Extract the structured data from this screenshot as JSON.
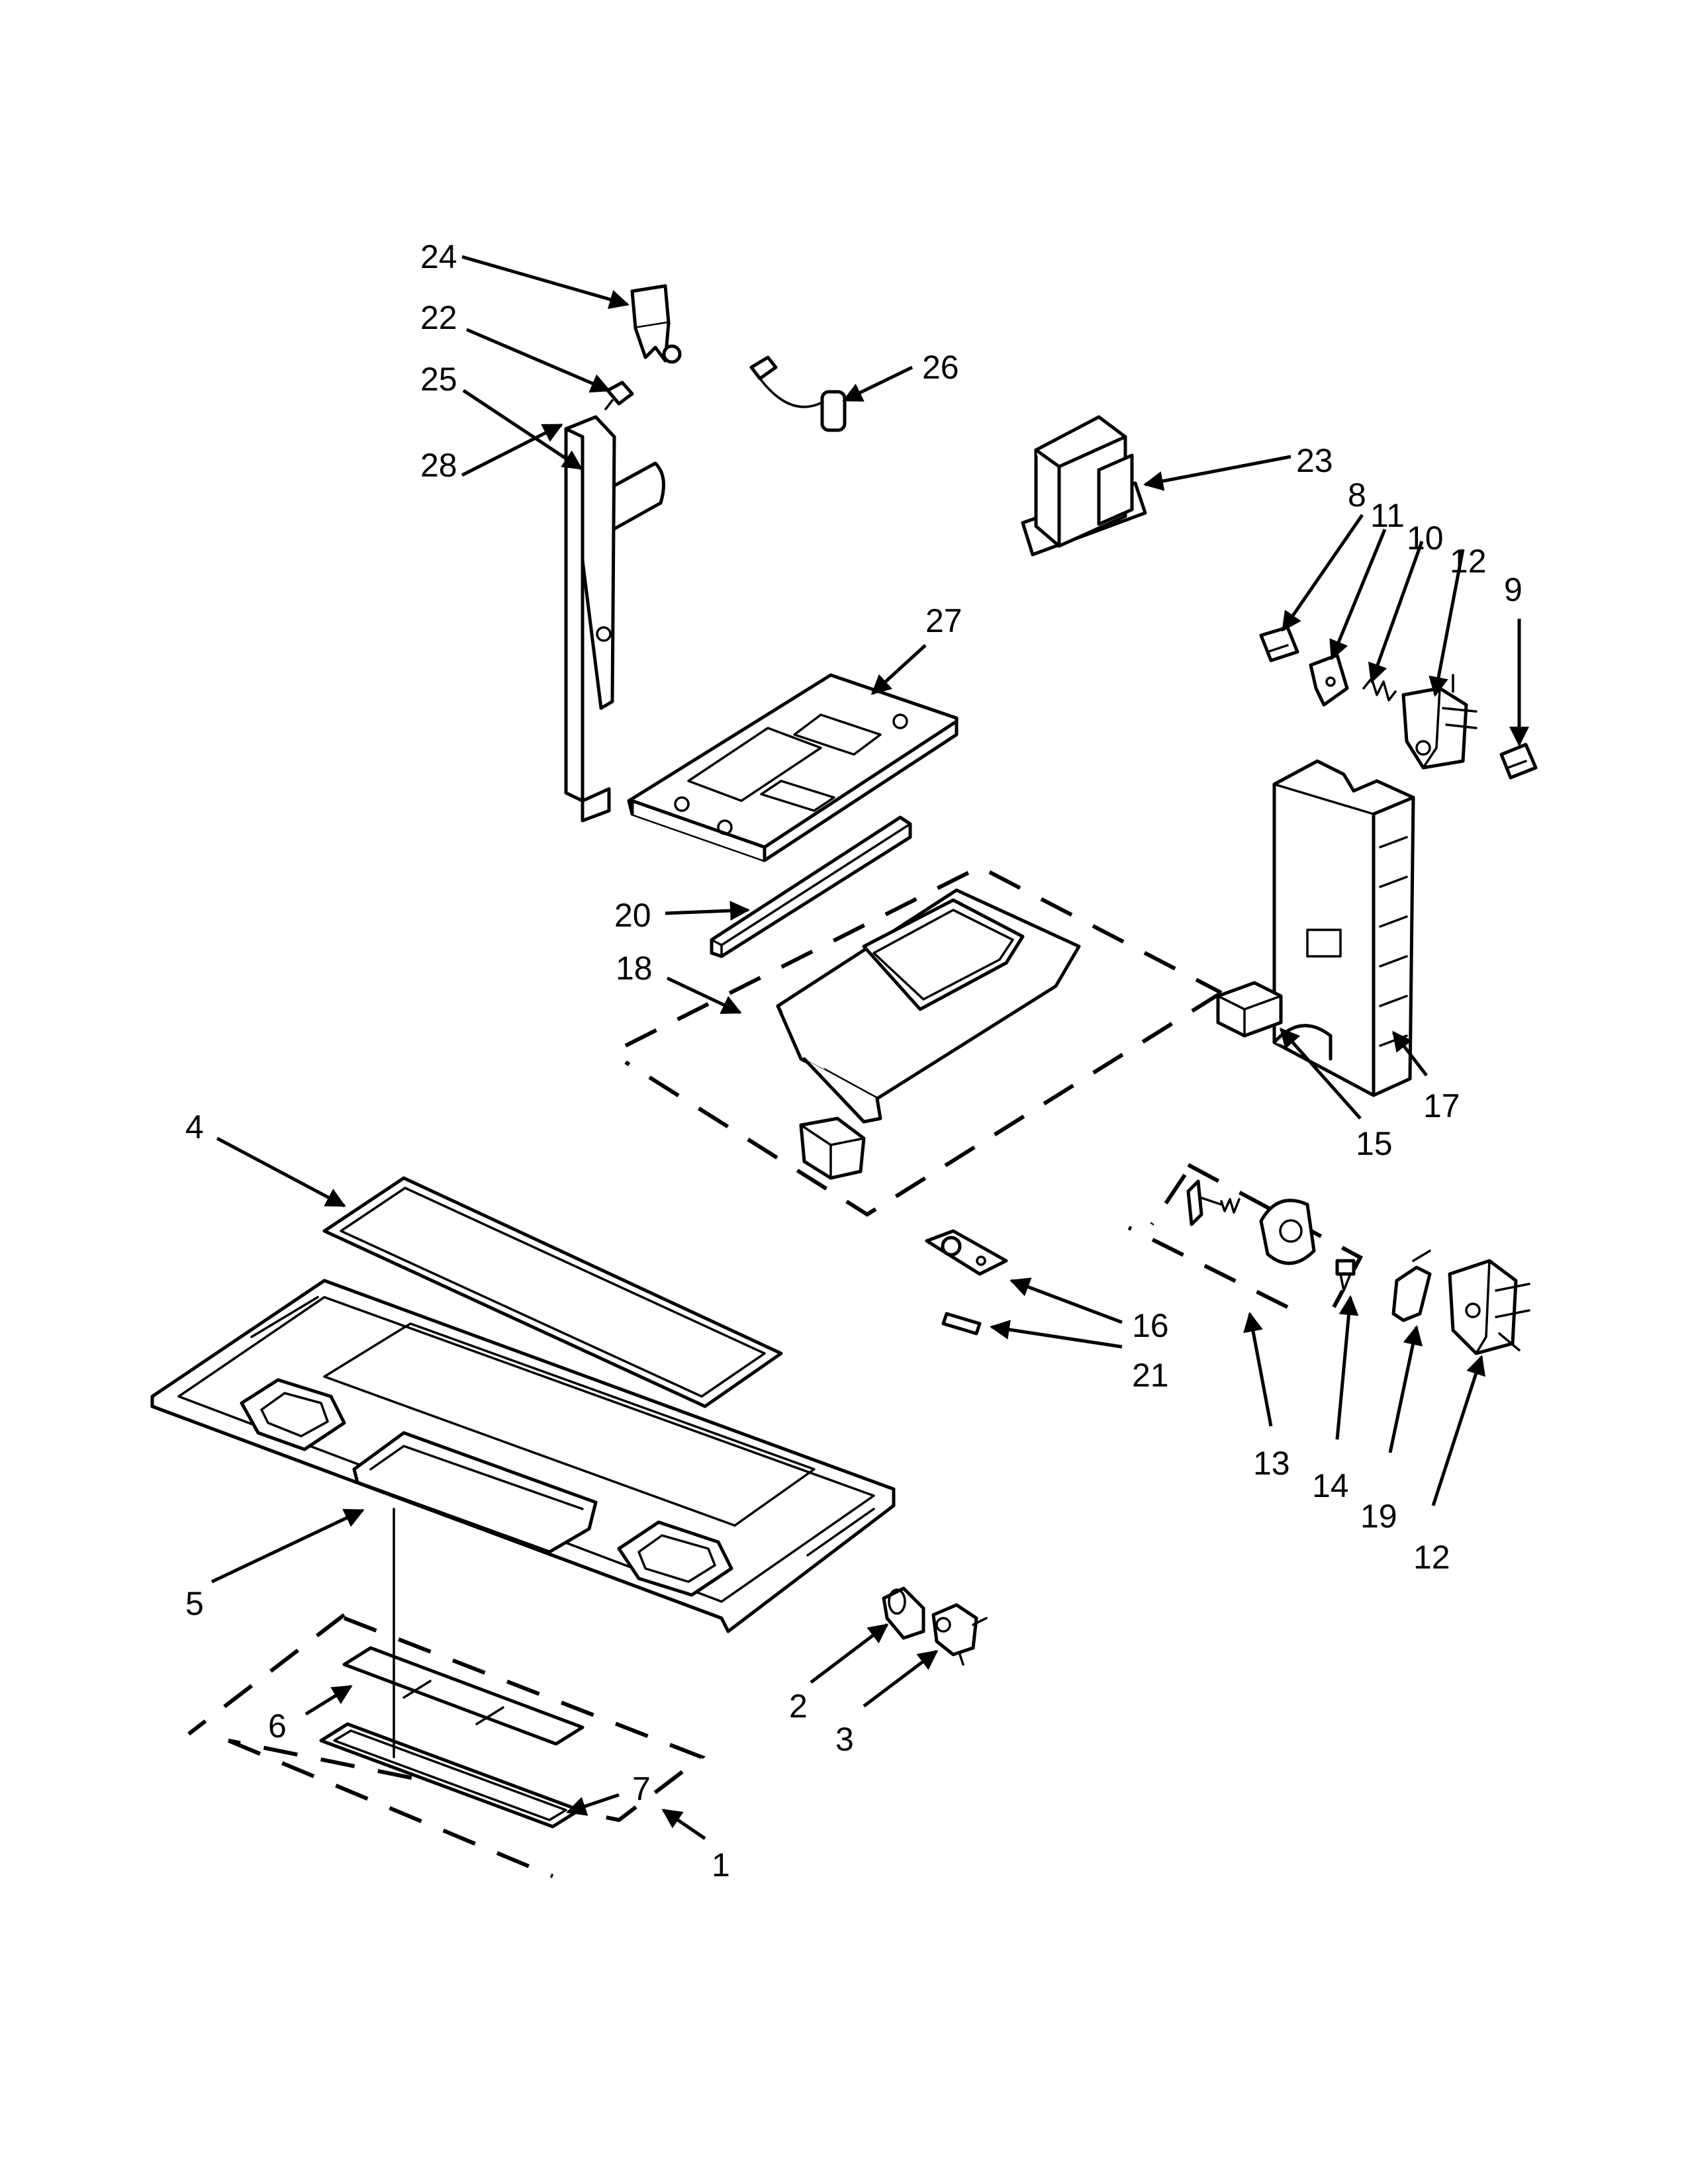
{
  "callouts": [
    {
      "id": "c24",
      "label": "24"
    },
    {
      "id": "c22",
      "label": "22"
    },
    {
      "id": "c25",
      "label": "25"
    },
    {
      "id": "c28",
      "label": "28"
    },
    {
      "id": "c26",
      "label": "26"
    },
    {
      "id": "c23",
      "label": "23"
    },
    {
      "id": "c8",
      "label": "8"
    },
    {
      "id": "c11",
      "label": "11"
    },
    {
      "id": "c10",
      "label": "10"
    },
    {
      "id": "c12a",
      "label": "12"
    },
    {
      "id": "c9",
      "label": "9"
    },
    {
      "id": "c27",
      "label": "27"
    },
    {
      "id": "c20",
      "label": "20"
    },
    {
      "id": "c18",
      "label": "18"
    },
    {
      "id": "c17",
      "label": "17"
    },
    {
      "id": "c15",
      "label": "15"
    },
    {
      "id": "c4",
      "label": "4"
    },
    {
      "id": "c16",
      "label": "16"
    },
    {
      "id": "c21",
      "label": "21"
    },
    {
      "id": "c13",
      "label": "13"
    },
    {
      "id": "c14",
      "label": "14"
    },
    {
      "id": "c19",
      "label": "19"
    },
    {
      "id": "c12b",
      "label": "12"
    },
    {
      "id": "c5",
      "label": "5"
    },
    {
      "id": "c2",
      "label": "2"
    },
    {
      "id": "c3",
      "label": "3"
    },
    {
      "id": "c6",
      "label": "6"
    },
    {
      "id": "c7",
      "label": "7"
    },
    {
      "id": "c1",
      "label": "1"
    }
  ]
}
